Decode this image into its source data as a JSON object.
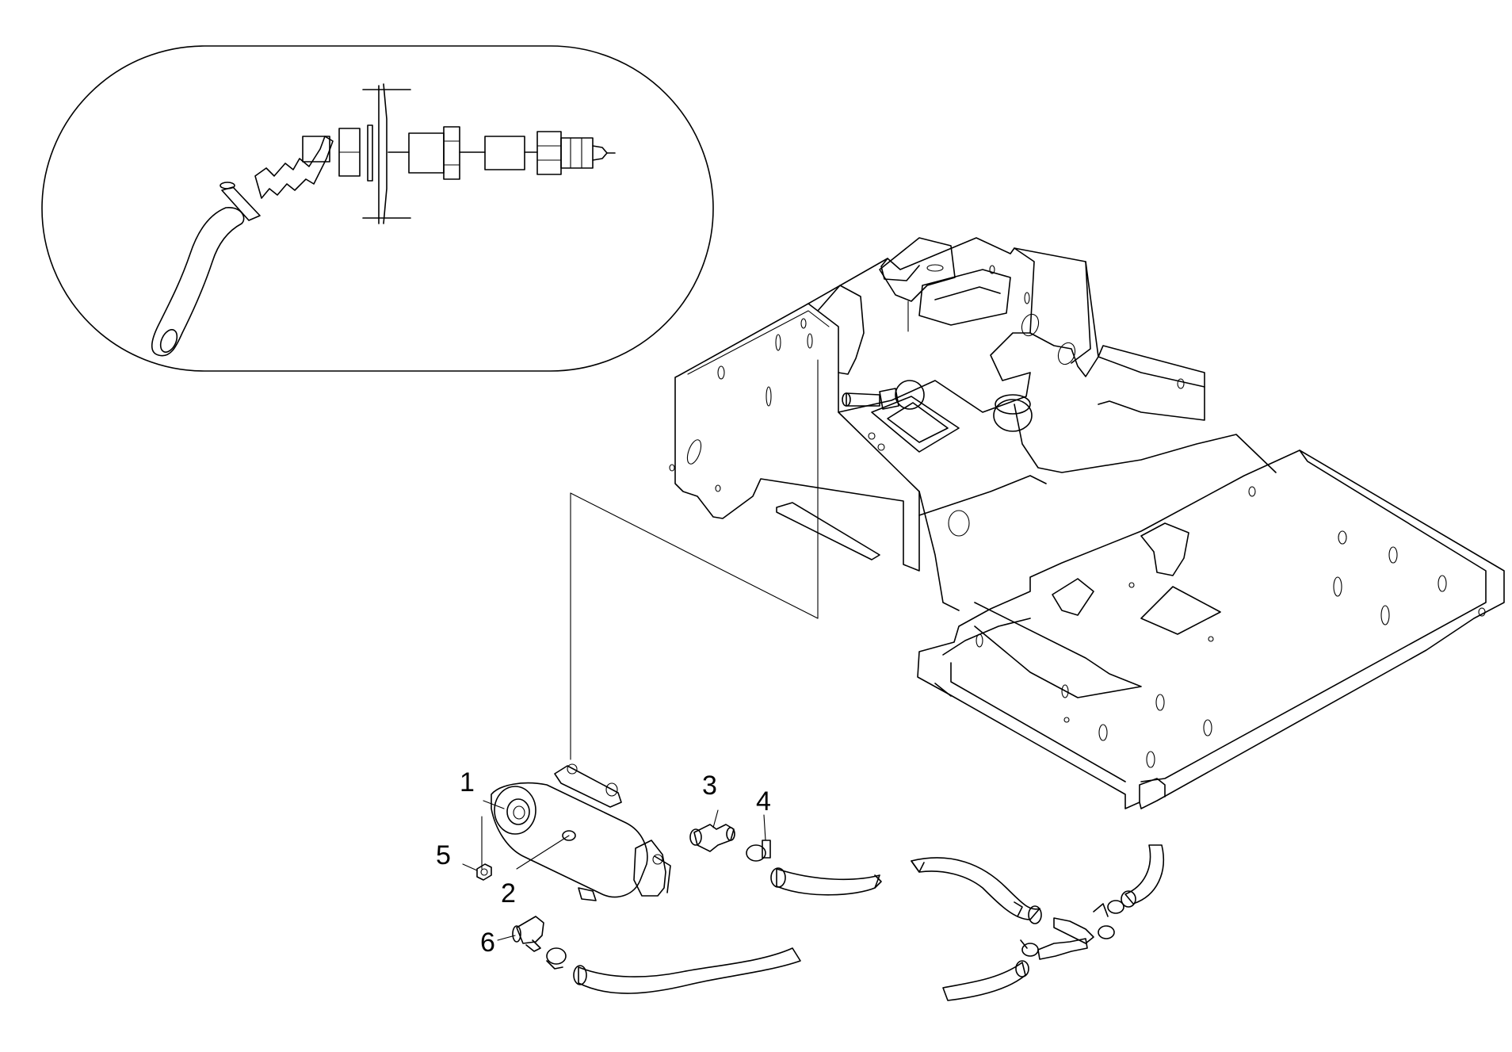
{
  "callouts": [
    {
      "number": "1",
      "part": "pump-motor"
    },
    {
      "number": "2",
      "part": "washer"
    },
    {
      "number": "3",
      "part": "elbow-fitting"
    },
    {
      "number": "4",
      "part": "hose-clamp"
    },
    {
      "number": "5",
      "part": "nut"
    },
    {
      "number": "6",
      "part": "straight-fitting"
    }
  ]
}
